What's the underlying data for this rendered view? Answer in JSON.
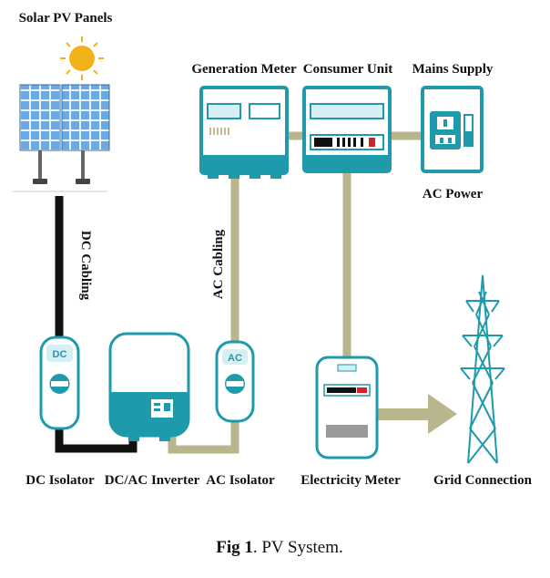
{
  "labels": {
    "solar_pv_panels": "Solar PV Panels",
    "generation_meter": "Generation Meter",
    "consumer_unit": "Consumer Unit",
    "mains_supply": "Mains Supply",
    "ac_power": "AC Power",
    "dc_cabling": "DC Cabling",
    "ac_cabling": "AC Cabling",
    "dc_isolator": "DC Isolator",
    "dc_ac_inverter": "DC/AC Inverter",
    "ac_isolator": "AC Isolator",
    "electricity_meter": "Electricity Meter",
    "grid_connection": "Grid Connection",
    "dc_tag": "DC",
    "ac_tag": "AC"
  },
  "caption": {
    "prefix": "Fig 1",
    "text": ". PV System."
  },
  "colors": {
    "teal": "#1e9aab",
    "light_teal": "#d6eff3",
    "ac_cable": "#b9b58c",
    "dc_cable": "#111111",
    "sun": "#f2b21a",
    "panel": "#4e8fd0",
    "red": "#d4202a"
  }
}
